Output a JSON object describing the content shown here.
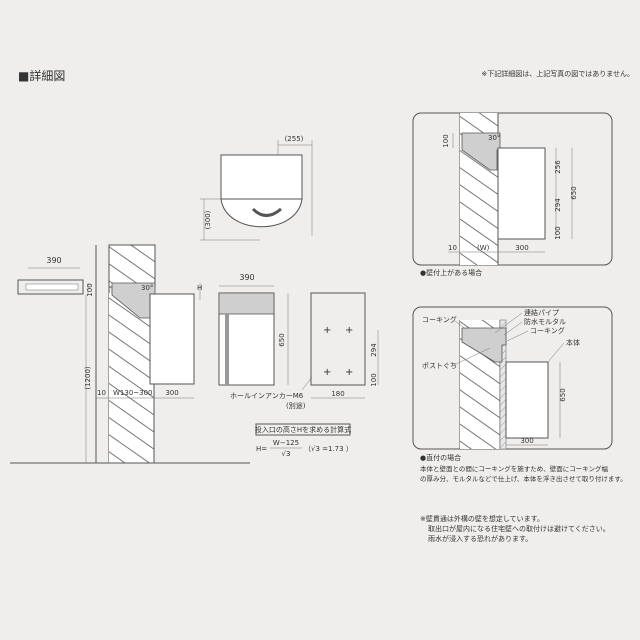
{
  "header": {
    "title": "■詳細図",
    "notice": "※下記詳細図は、上記写真の図ではありません。"
  },
  "dims": {
    "d255": "(255)",
    "d300_side": "(300)",
    "d390_a": "390",
    "d390_b": "390",
    "d100_a": "100",
    "h_label": "H",
    "angle_a": "30°",
    "d1200": "(1200)",
    "d10_a": "10",
    "w_range": "W130~300",
    "d300_a": "300",
    "d650_a": "650",
    "d294_a": "294",
    "d100_b": "100",
    "d180": "180",
    "anchor": "ホールインアンカーM6",
    "anchor_note": "(別途)"
  },
  "formula": {
    "box_label": "投入口の高さHを求める計算式",
    "h_eq": "H=",
    "numerator": "W−125",
    "denominator": "√3",
    "note": "（√3 =1.73 ）"
  },
  "panel_wall": {
    "d100_top": "100",
    "angle": "30°",
    "d256": "256",
    "d650": "650",
    "d294": "294",
    "d100_bottom": "100",
    "d10": "10",
    "w_label": "(W)",
    "d300": "300",
    "caption": "●壁付上がある場合"
  },
  "panel_direct": {
    "caulking_a": "コーキング",
    "pipe": "連結パイプ",
    "mortar": "防水モルタル",
    "caulking_b": "コーキング",
    "post": "ポストぐち",
    "body": "本体",
    "d650": "650",
    "d300": "300",
    "caption": "●直付の場合",
    "desc_1": "本体と壁面との間にコーキングを施すため、壁面にコーキング幅",
    "desc_2": "の厚み分、モルタルなどで仕上げ、本体を浮き出させて取り付けます。"
  },
  "notes": {
    "line_1": "※壁貫通は外構の壁を想定しています。",
    "line_2": "取出口が屋内になる住宅壁への取付けは避けてください。",
    "line_3": "雨水が浸入する恐れがあります。"
  }
}
